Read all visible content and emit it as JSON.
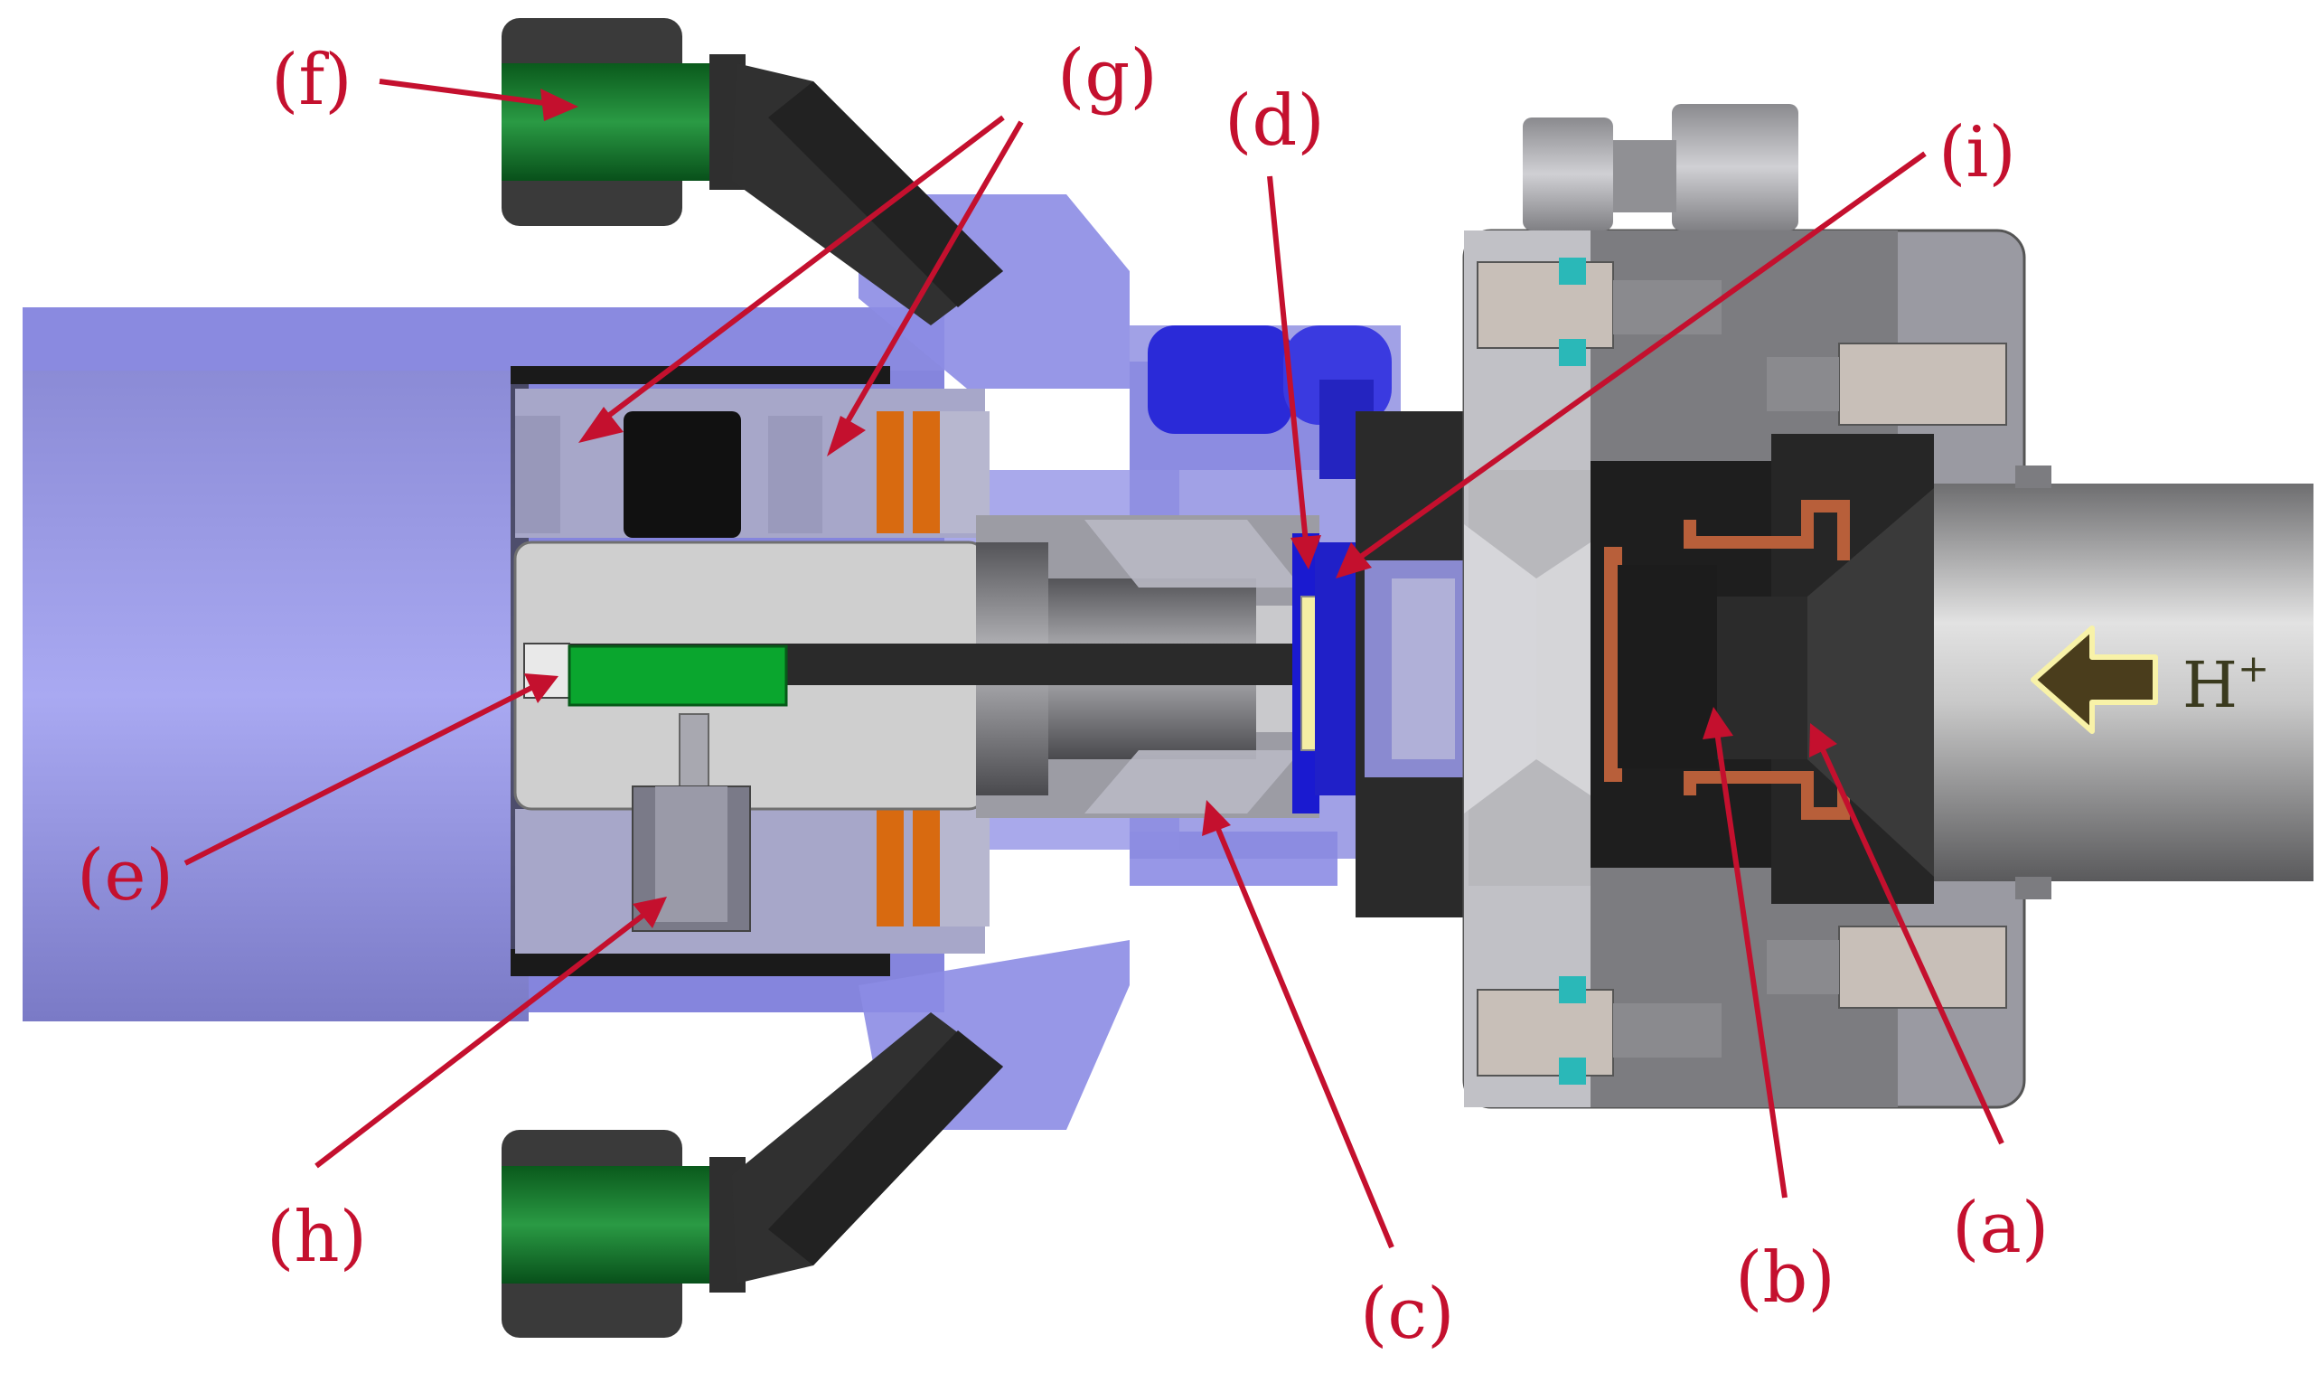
{
  "labels": {
    "a": "(a)",
    "b": "(b)",
    "c": "(c)",
    "d": "(d)",
    "e": "(e)",
    "f": "(f)",
    "g": "(g)",
    "h": "(h)",
    "i": "(i)"
  },
  "beam_label": {
    "symbol": "H",
    "superscript": "+"
  },
  "colors": {
    "label_red": "#c4102e",
    "beam_purple": "#8f8fe0",
    "housing_grey": "#7c7c80",
    "fitting_green": "#0f7a2a",
    "insulator_orange": "#d86a10",
    "dark_part": "#2c2c2c",
    "blue_part": "#2a2ad8",
    "arrow_brown": "#4a3d1c"
  },
  "icons": {
    "beam_arrow": "left-arrow-icon"
  }
}
